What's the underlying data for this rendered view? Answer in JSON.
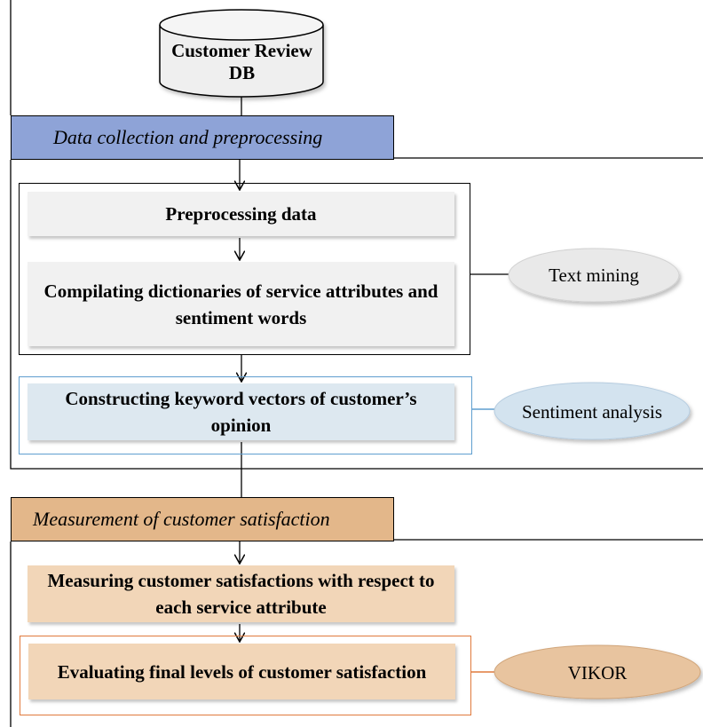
{
  "database": {
    "label": "Customer Review DB"
  },
  "sections": [
    {
      "title": "Data collection and preprocessing",
      "steps": [
        "Preprocessing data",
        "Compilating dictionaries of service attributes and sentiment words",
        "Constructing keyword vectors of customer’s opinion"
      ],
      "methods": [
        "Text mining",
        "Sentiment analysis"
      ]
    },
    {
      "title": "Measurement of customer satisfaction",
      "steps": [
        "Measuring customer satisfactions with respect to each service attribute",
        "Evaluating final levels of customer satisfaction"
      ],
      "methods": [
        "VIKOR"
      ]
    }
  ],
  "colors": {
    "header_1": "#8ea3d7",
    "header_2": "#e3b78a",
    "step_gray": "#f1f1f1",
    "step_blue": "#dde8f0",
    "step_tan": "#f2d6b8",
    "oval_gray": "#e9e9e9",
    "oval_blue": "#d3e3ef",
    "oval_tan": "#e8c49f",
    "connector_blue": "#5f9ecf",
    "connector_orange": "#e07a3c"
  }
}
